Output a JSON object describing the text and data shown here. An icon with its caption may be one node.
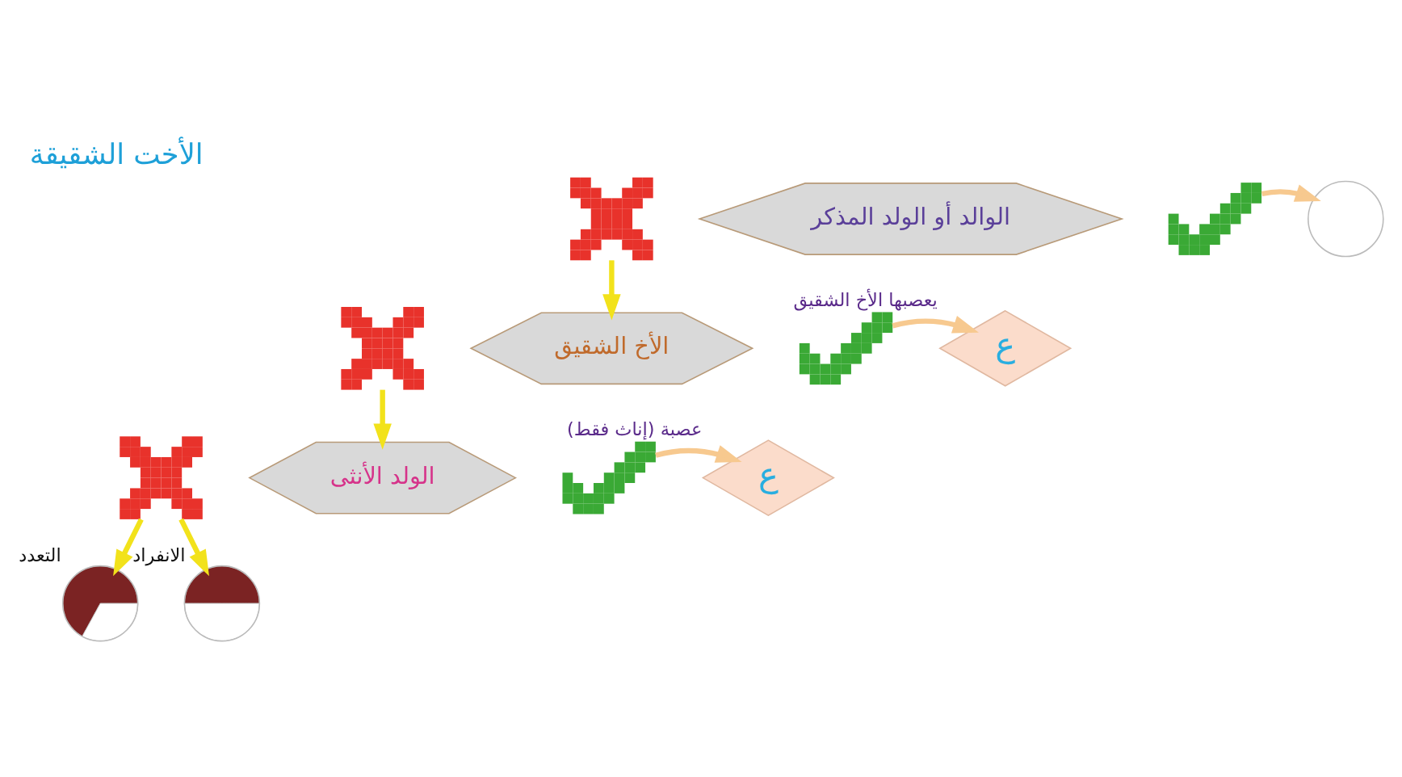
{
  "diagram": {
    "title": "الأخت الشقيقة",
    "nodes": [
      {
        "text": [
          "الوالد أو الولد المذكر"
        ]
      },
      {
        "text": [],
        "shape": "check"
      },
      {
        "text": [],
        "shape": "circle"
      },
      {
        "text": [],
        "shape": "cross"
      },
      {
        "text": [
          "الأخ الشقيق"
        ]
      },
      {
        "text": [],
        "shape": "check"
      },
      {
        "text": [
          "ع"
        ],
        "beside": [
          "يعصبها الأخ الشقيق"
        ]
      },
      {
        "text": [],
        "shape": "cross"
      },
      {
        "text": [
          "الولد الأنثى"
        ]
      },
      {
        "text": [],
        "shape": "check"
      },
      {
        "text": [
          "ع"
        ],
        "beside": [
          "عصبة (إناث فقط)"
        ]
      },
      {
        "text": [],
        "shape": "cross"
      },
      {
        "text": [],
        "shape": "circle",
        "beside": [
          "التعدد"
        ]
      },
      {
        "text": [],
        "shape": "circle",
        "beside": [
          "الانفراد"
        ]
      }
    ],
    "edges": [
      {
        "from": 1,
        "to": 2,
        "arrow": "to",
        "color": "#f7c98f"
      },
      {
        "from": 3,
        "to": 4,
        "arrow": "to"
      },
      {
        "from": 5,
        "to": 6,
        "arrow": "to",
        "color": "#f7c98f"
      },
      {
        "from": 7,
        "to": 8,
        "arrow": "to"
      },
      {
        "from": 9,
        "to": 10,
        "arrow": "to",
        "color": "#f7c98f"
      },
      {
        "from": 11,
        "to": 12,
        "arrow": "to"
      },
      {
        "from": 11,
        "to": 13,
        "arrow": "to"
      }
    ]
  }
}
